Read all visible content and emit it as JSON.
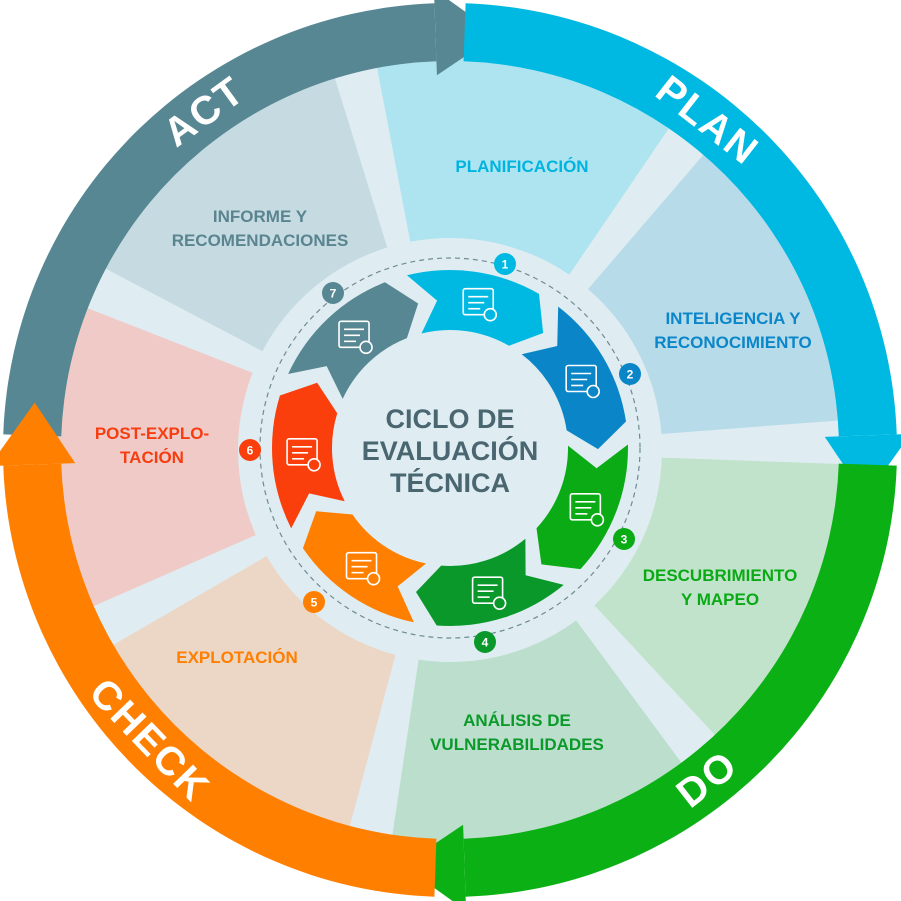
{
  "title": {
    "lines": [
      "CICLO DE",
      "EVALUACIÓN",
      "TÉCNICA"
    ]
  },
  "phases": [
    {
      "key": "act",
      "label": "ACT",
      "color": "#578793"
    },
    {
      "key": "plan",
      "label": "PLAN",
      "color": "#00b9e2"
    },
    {
      "key": "do",
      "label": "DO",
      "color": "#0bb015"
    },
    {
      "key": "check",
      "label": "CHECK",
      "color": "#ff7f00"
    }
  ],
  "steps": [
    {
      "number": "1",
      "lines": [
        "PLANIFICACIÓN"
      ],
      "text_color": "#00b4e0",
      "tile_color": "#ade4f0",
      "segment_color": "#00b9e2",
      "icon": "calendar-clock-icon"
    },
    {
      "number": "2",
      "lines": [
        "INTELIGENCIA Y",
        "RECONOCIMIENTO"
      ],
      "text_color": "#0b87c9",
      "tile_color": "#b8dbea",
      "segment_color": "#0a86c8",
      "icon": "documents-merge-icon"
    },
    {
      "number": "3",
      "lines": [
        "DESCUBRIMIENTO",
        "Y MAPEO"
      ],
      "text_color": "#0aaa15",
      "tile_color": "#c2e3cb",
      "segment_color": "#0bab15",
      "icon": "eye-scan-icon"
    },
    {
      "number": "4",
      "lines": [
        "ANÁLISIS DE",
        "VULNERABILIDADES"
      ],
      "text_color": "#0b9a2a",
      "tile_color": "#bcdfcd",
      "segment_color": "#0a982a",
      "icon": "analytics-search-icon"
    },
    {
      "number": "5",
      "lines": [
        "EXPLOTACIÓN"
      ],
      "text_color": "#ff7f00",
      "tile_color": "#ecd6c6",
      "segment_color": "#ff7f00",
      "icon": "process-gear-icon"
    },
    {
      "number": "6",
      "lines": [
        "POST-EXPLO-",
        "TACIÓN"
      ],
      "text_color": "#f73d10",
      "tile_color": "#f0cac7",
      "segment_color": "#fb3f0c",
      "icon": "monitor-network-icon"
    },
    {
      "number": "7",
      "lines": [
        "INFORME Y",
        "RECOMENDACIONES"
      ],
      "text_color": "#5a8590",
      "tile_color": "#c6dbe1",
      "segment_color": "#578793",
      "icon": "document-shield-icon"
    }
  ],
  "colors": {
    "gap": "#dfedf2",
    "inner_disc": "#dfedf2",
    "dash": "#6f8a93"
  }
}
